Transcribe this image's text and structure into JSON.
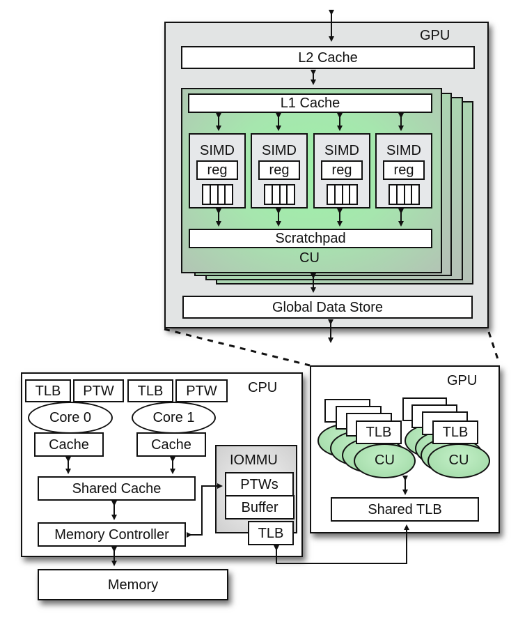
{
  "gpu_detail": {
    "title": "GPU",
    "l2_cache": "L2 Cache",
    "compute_unit": {
      "label": "CU",
      "l1_cache": "L1 Cache",
      "scratchpad": "Scratchpad",
      "simd_units": [
        {
          "label": "SIMD",
          "reg": "reg"
        },
        {
          "label": "SIMD",
          "reg": "reg"
        },
        {
          "label": "SIMD",
          "reg": "reg"
        },
        {
          "label": "SIMD",
          "reg": "reg"
        }
      ],
      "stack_depth": 4
    },
    "global_data_store": "Global Data Store"
  },
  "cpu": {
    "title": "CPU",
    "cores": [
      {
        "tlb": "TLB",
        "ptw": "PTW",
        "label": "Core 0",
        "cache": "Cache"
      },
      {
        "tlb": "TLB",
        "ptw": "PTW",
        "label": "Core 1",
        "cache": "Cache"
      }
    ],
    "shared_cache": "Shared Cache",
    "memory_controller": "Memory Controller",
    "iommu": {
      "title": "IOMMU",
      "ptws": "PTWs",
      "buffer": "Buffer",
      "tlb": "TLB"
    }
  },
  "gpu_overview": {
    "title": "GPU",
    "cu_groups": [
      {
        "tlb": "TLB",
        "cu": "CU"
      },
      {
        "tlb": "TLB",
        "cu": "CU"
      }
    ],
    "shared_tlb": "Shared TLB"
  },
  "memory": "Memory",
  "colors": {
    "cu_green": "#a6e6ae",
    "panel_gray": "#e2e4e4",
    "iommu_gray": "#d4d4d4",
    "stroke": "#111111"
  }
}
